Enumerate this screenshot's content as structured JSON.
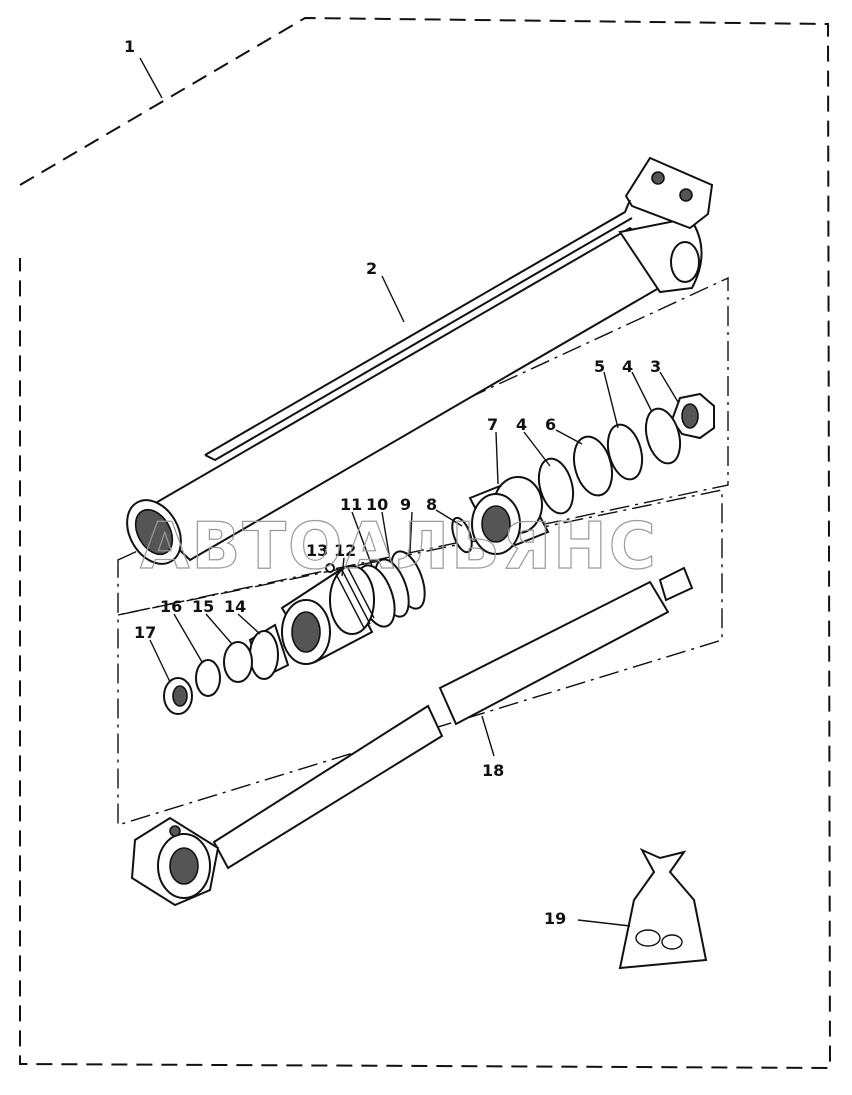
{
  "labels": {
    "p1": "1",
    "p2": "2",
    "p3": "3",
    "p4a": "4",
    "p5": "5",
    "p6": "6",
    "p4b": "4",
    "p7": "7",
    "p8": "8",
    "p9": "9",
    "p10": "10",
    "p11": "11",
    "p12": "12",
    "p13": "13",
    "p14": "14",
    "p15": "15",
    "p16": "16",
    "p17": "17",
    "p18": "18",
    "p19": "19"
  },
  "watermark": "АВТОАЛЬЯНС"
}
